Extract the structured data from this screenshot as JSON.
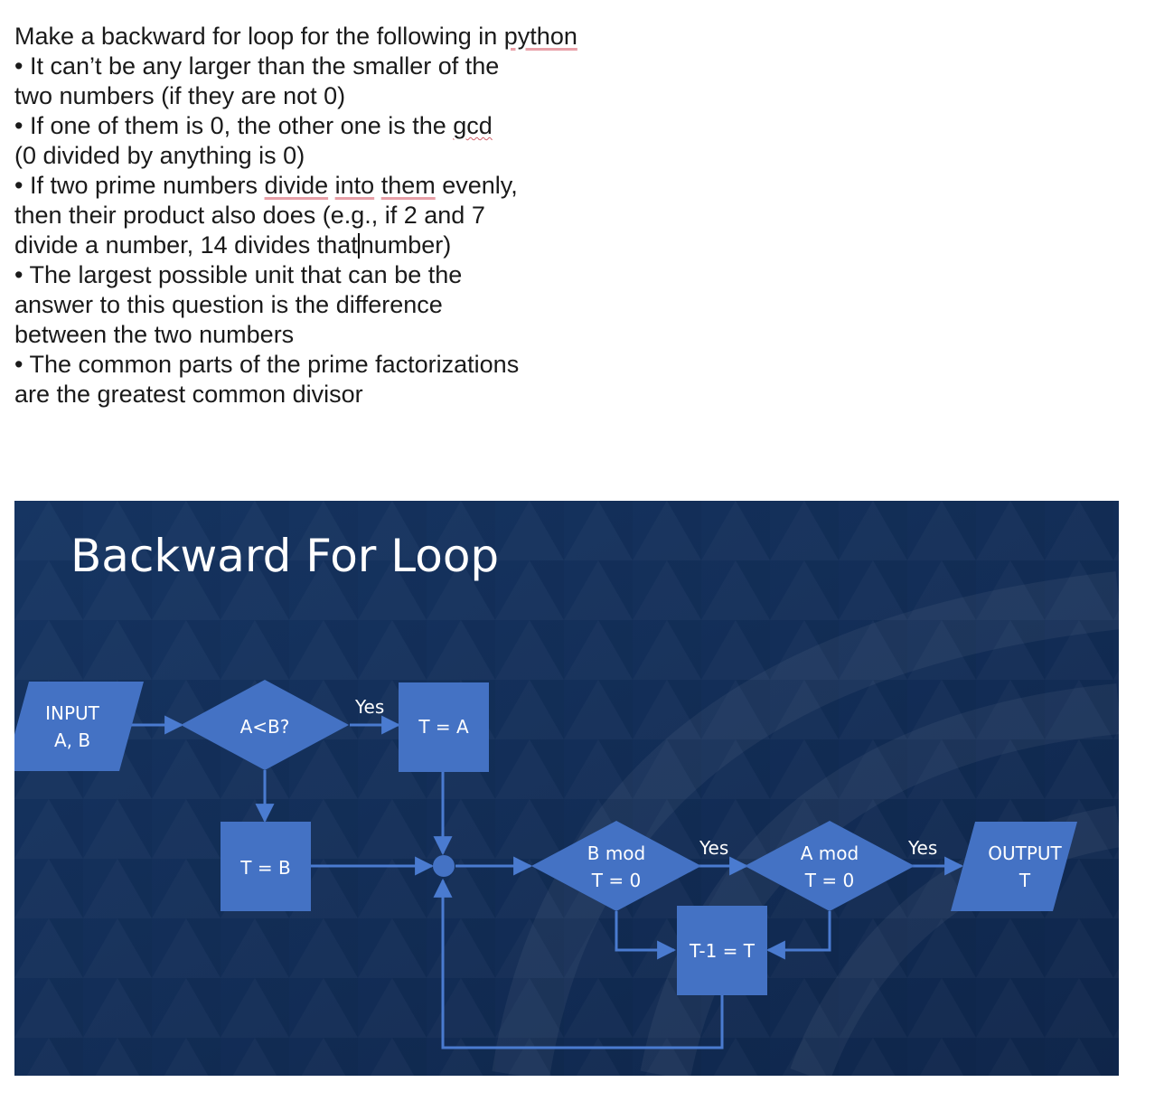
{
  "question": {
    "prompt_before": "Make a backward for loop for the following in ",
    "prompt_keyword": "python",
    "bullet": "•",
    "b1": "It can’t be any larger than the smaller of the",
    "b1_cont": "two numbers (if they are not 0)",
    "b2_before": "If one of them is 0, the other one is the ",
    "b2_keyword": "gcd",
    "b2_cont": "(0 divided by anything is 0)",
    "b3_before": "If two prime numbers ",
    "b3_k1": "divide",
    "b3_k2": "into",
    "b3_k3": "them",
    "b3_after": " evenly,",
    "b3_cont1": "then their product also does (e.g., if 2 and 7",
    "b3_cont2a": "divide a number, 14 divides that",
    "b3_cont2b": "number)",
    "b4": "The largest possible unit that can be the",
    "b4_cont1": "answer to this question is the difference",
    "b4_cont2": "between the two numbers",
    "b5": "The common parts of the prime factorizations",
    "b5_cont": "are the greatest common divisor"
  },
  "slide": {
    "title": "Backward For Loop",
    "colors": {
      "background": "#13305a",
      "shape_fill": "#4472c4",
      "connector": "#4a7bd0",
      "text": "#ffffff"
    },
    "nodes": {
      "input_line1": "INPUT",
      "input_line2": "A, B",
      "compare": "A<B?",
      "assign_a": "T = A",
      "assign_b": "T = B",
      "bmod_line1": "B mod",
      "bmod_line2": "T = 0",
      "amod_line1": "A mod",
      "amod_line2": "T = 0",
      "decrement": "T-1 = T",
      "output_line1": "OUTPUT",
      "output_line2": "T"
    },
    "edges": {
      "yes1": "Yes",
      "yes2": "Yes",
      "yes3": "Yes"
    }
  }
}
